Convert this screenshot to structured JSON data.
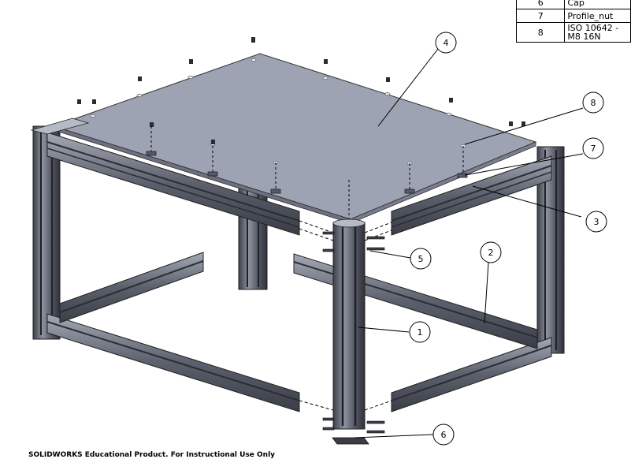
{
  "bom_table": {
    "rows": [
      {
        "item": "6",
        "name": "Cap"
      },
      {
        "item": "7",
        "name": "Profile_nut"
      },
      {
        "item": "8",
        "name": "ISO 10642 - M8 16N"
      }
    ]
  },
  "balloons": [
    "1",
    "2",
    "3",
    "4",
    "5",
    "6",
    "7",
    "8"
  ],
  "colors": {
    "profile": "#5f6470",
    "profile_light": "#a8adb8",
    "plate": "#9ea3b4",
    "line": "#000000"
  },
  "footer_text": "SOLIDWORKS Educational Product. For Instructional Use Only"
}
